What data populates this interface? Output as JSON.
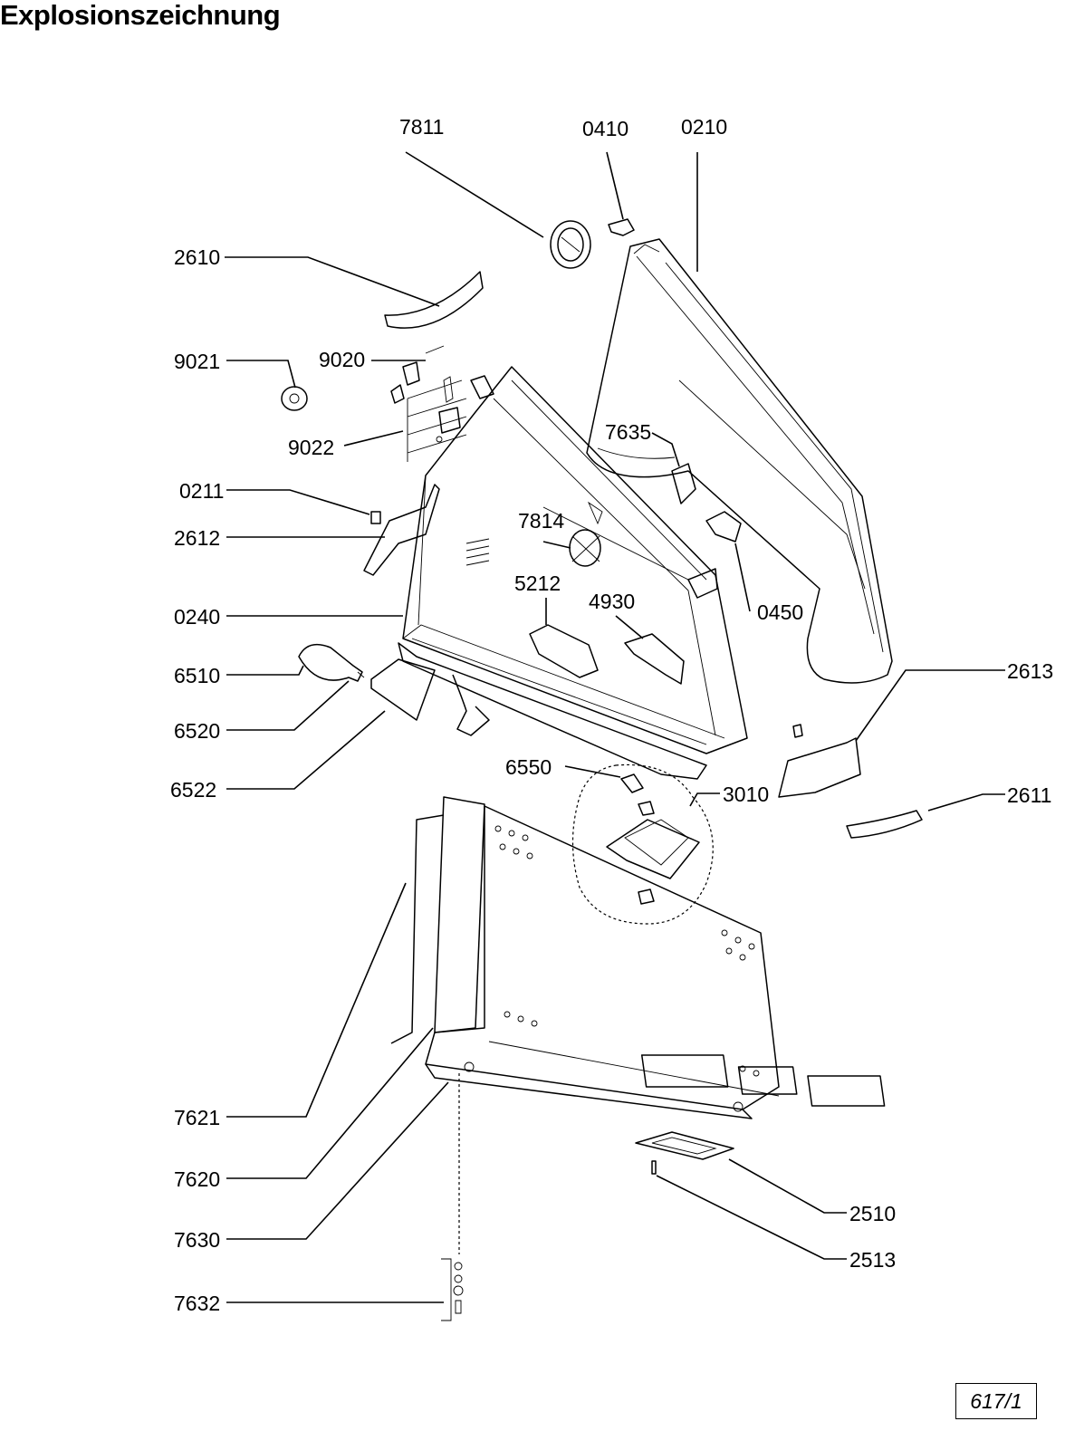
{
  "title": "Explosionszeichnung",
  "page_ref": "617/1",
  "parts": [
    "7811",
    "0410",
    "0210",
    "2610",
    "9021",
    "9020",
    "9022",
    "7635",
    "0211",
    "7814",
    "2612",
    "5212",
    "4930",
    "0450",
    "0240",
    "6510",
    "2613",
    "6520",
    "6550",
    "3010",
    "2611",
    "6522",
    "7621",
    "7620",
    "2510",
    "7630",
    "2513",
    "7632"
  ]
}
